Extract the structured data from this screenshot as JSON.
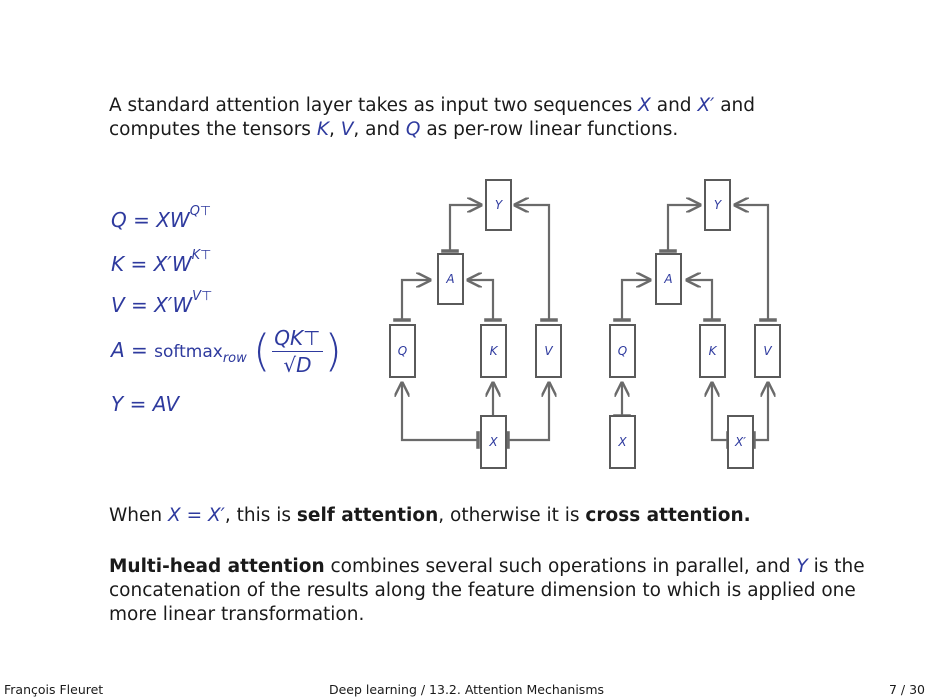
{
  "intro": {
    "t1": "A standard attention layer takes as input two sequences",
    "X": "X",
    "and": "and",
    "Xp": "X′",
    "and2": "and",
    "t2": "computes the tensors",
    "K": "K",
    "comma1": ",",
    "V": "V",
    "comma2": ", and",
    "Q": "Q",
    "t3": "as per-row linear functions."
  },
  "equations": {
    "q": "Q = XW",
    "q_sup": "Q⊤",
    "k": "K = X′W",
    "k_sup": "K⊤",
    "v": "V = X′W",
    "v_sup": "V⊤",
    "a_lhs": "A = ",
    "a_fn": "softmax",
    "a_sub": "row",
    "a_num": "QK⊤",
    "a_den": "√D",
    "y": "Y = AV"
  },
  "diagram_left": {
    "Y": "Y",
    "A": "A",
    "Q": "Q",
    "K": "K",
    "V": "V",
    "X": "X"
  },
  "diagram_right": {
    "Y": "Y",
    "A": "A",
    "Q": "Q",
    "K": "K",
    "V": "V",
    "X": "X",
    "Xp": "X′"
  },
  "self_line": {
    "when": "When",
    "eq": "X = X′",
    "t1": ", this is",
    "self": "self attention",
    "t2": ", otherwise it is",
    "cross": "cross attention."
  },
  "multihead": {
    "bold": "Multi-head attention",
    "t1": "combines several such operations in parallel, and",
    "Y": "Y",
    "t2": "is the concatenation of the results along the feature dimension to which is applied one more linear transformation."
  },
  "footer": {
    "author": "François Fleuret",
    "course": "Deep learning / 13.2. Attention Mechanisms",
    "page": "7 / 30"
  }
}
